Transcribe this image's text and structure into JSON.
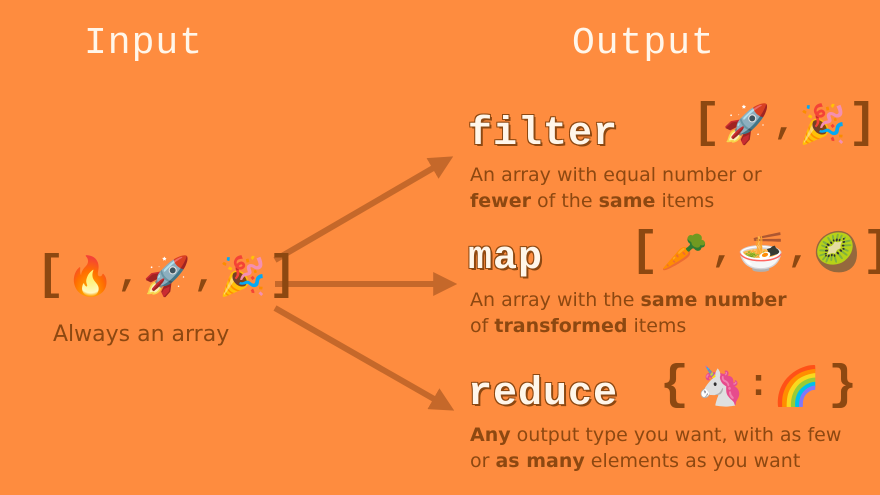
{
  "headings": {
    "input": "Input",
    "output": "Output"
  },
  "input": {
    "open": "[",
    "close": "]",
    "sep": ",",
    "items": [
      "🔥",
      "🚀",
      "🎉"
    ],
    "caption": "Always an array"
  },
  "outputs": {
    "filter": {
      "name": "filter",
      "open": "[",
      "close": "]",
      "sep": ",",
      "items": [
        "🚀",
        "🎉"
      ],
      "caption": {
        "p1": "An array with equal number or",
        "b1": "fewer",
        "p2": " of the ",
        "b2": "same",
        "p3": " items"
      }
    },
    "map": {
      "name": "map",
      "open": "[",
      "close": "]",
      "sep": ",",
      "items": [
        "🥕",
        "🍜",
        "🥝"
      ],
      "caption": {
        "p1": "An array with the ",
        "b1": "same number",
        "p2": "of ",
        "b2": "transformed",
        "p3": " items"
      }
    },
    "reduce": {
      "name": "reduce",
      "open": "{",
      "close": "}",
      "sep": ":",
      "items": [
        "🦄",
        "🌈"
      ],
      "caption": {
        "b1": "Any",
        "p1": " output type you want, with as few",
        "p2": "or ",
        "b2": "as many",
        "p3": " elements as you want"
      }
    }
  },
  "colors": {
    "background": "#FE8C3F",
    "text": "#8D4811",
    "arrow": "#C5682A",
    "heading": "#FFF6EA"
  }
}
